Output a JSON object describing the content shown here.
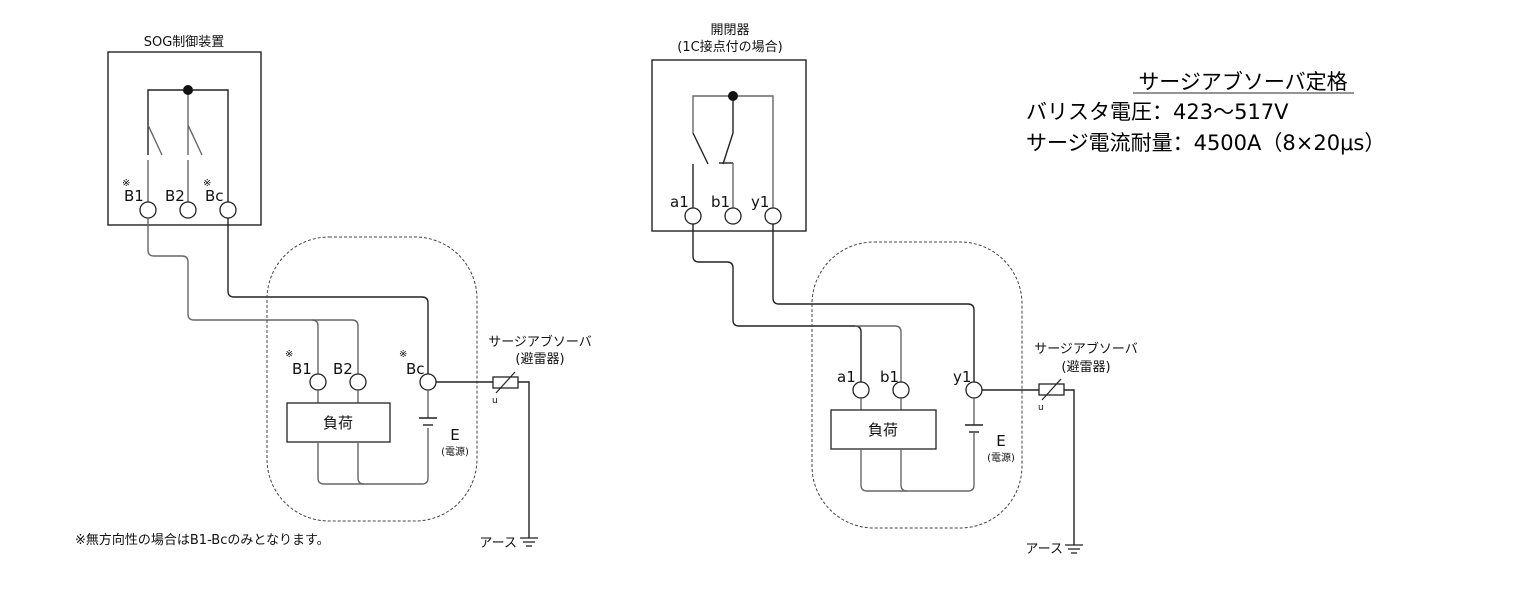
{
  "spec": {
    "title": "サージアブソーバ定格",
    "varistor_voltage": "バリスタ電圧：423～517V",
    "surge_current": "サージ電流耐量：4500A（8×20μs）"
  },
  "left": {
    "device_title": "SOG制御装置",
    "upper_terminals": [
      "B1",
      "B2",
      "Bc"
    ],
    "lower_terminals": [
      "B1",
      "B2",
      "Bc"
    ],
    "note_mark": "※",
    "load_label": "負荷",
    "source_label": "E",
    "source_sub": "(電源)",
    "surge_label": "サージアブソーバ",
    "surge_sub": "(避雷器)",
    "varistor_mark": "u",
    "earth_label": "アース",
    "footnote": "※無方向性の場合はB1-Bcのみとなります。"
  },
  "right": {
    "device_title": "開閉器",
    "device_subtitle": "(1C接点付の場合)",
    "upper_terminals": [
      "a1",
      "b1",
      "y1"
    ],
    "lower_terminals": [
      "a1",
      "b1",
      "y1"
    ],
    "load_label": "負荷",
    "source_label": "E",
    "source_sub": "(電源)",
    "surge_label": "サージアブソーバ",
    "surge_sub": "(避雷器)",
    "varistor_mark": "u",
    "earth_label": "アース"
  }
}
